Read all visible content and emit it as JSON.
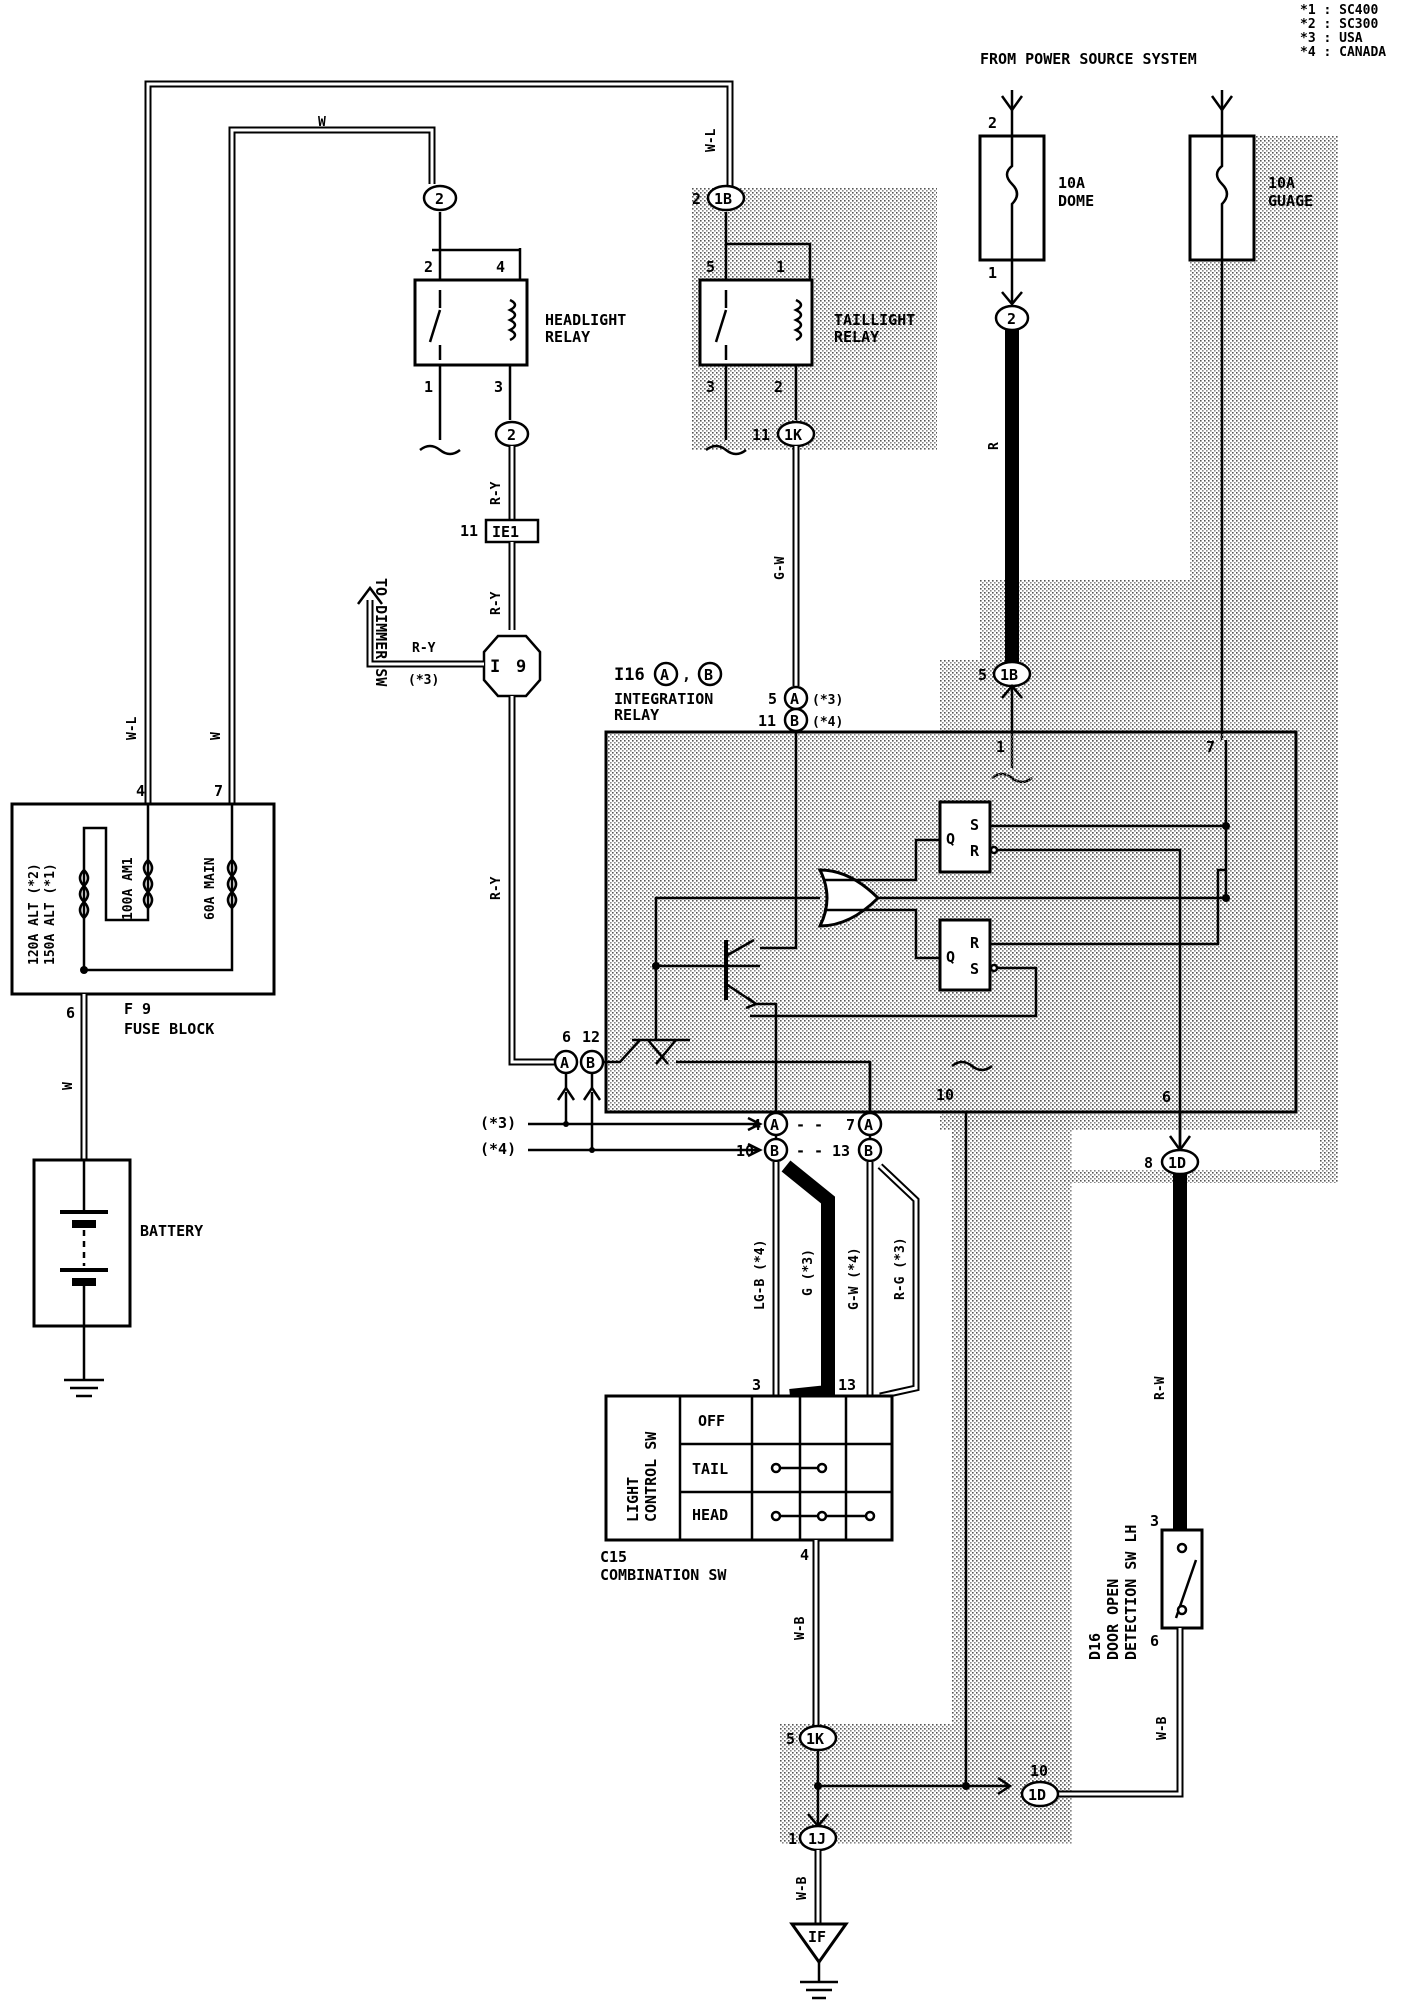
{
  "legend": [
    "*1 : SC400",
    "*2 : SC300",
    "*3 : USA",
    "*4 : CANADA"
  ],
  "header": "FROM POWER SOURCE SYSTEM",
  "fuses": {
    "dome": {
      "rating": "10A",
      "name": "DOME",
      "pin_top": "2",
      "pin_bottom": "1"
    },
    "gauge": {
      "rating": "10A",
      "name": "GUAGE"
    }
  },
  "fuse_block": {
    "code": "F 9",
    "name": "FUSE BLOCK",
    "alt_label_1": "120A ALT (*2)",
    "alt_label_2": "150A ALT (*1)",
    "am1": "100A AM1",
    "main": "60A MAIN",
    "pin_wl": "4",
    "pin_w": "7",
    "pin_bottom": "6"
  },
  "battery": {
    "name": "BATTERY"
  },
  "headlight_relay": {
    "name_1": "HEADLIGHT",
    "name_2": "RELAY",
    "pins": [
      "2",
      "4",
      "1",
      "3"
    ]
  },
  "taillight_relay": {
    "name_1": "TAILLIGHT",
    "name_2": "RELAY",
    "pins": [
      "5",
      "1",
      "3",
      "2"
    ]
  },
  "integration_relay": {
    "code": "I16",
    "conn_a": "A",
    "conn_b": "B",
    "sep": ",",
    "name_1": "INTEGRATION",
    "name_2": "RELAY",
    "pin_1": "1",
    "pin_7": "7",
    "pin_10": "10",
    "pin_6": "6"
  },
  "flipflop": {
    "s": "S",
    "r": "R",
    "q": "Q"
  },
  "combination_sw": {
    "title_1": "LIGHT",
    "title_2": "CONTROL SW",
    "rows": [
      "OFF",
      "TAIL",
      "HEAD"
    ],
    "code": "C15",
    "name": "COMBINATION SW",
    "pin_3": "3",
    "pin_13": "13",
    "pin_4": "4"
  },
  "door_sw": {
    "code": "D16",
    "name_1": "DOOR OPEN",
    "name_2": "DETECTION SW LH",
    "pin_3": "3",
    "pin_6": "6"
  },
  "to_dimmer": "TO DIMMER SW",
  "wires": {
    "w": "W",
    "wl": "W-L",
    "ry": "R-Y",
    "gw": "G-W",
    "r": "R",
    "lgb": "LG-B (*4)",
    "g": "G (*3)",
    "gw4": "G-W (*4)",
    "rg": "R-G (*3)",
    "rw": "R-W",
    "wb": "W-B",
    "ry3": "(*3)"
  },
  "connectors": {
    "c2": "2",
    "c1b": "1B",
    "c1k": "1K",
    "ie1": "IE1",
    "i9_a": "I",
    "i9_b": "9",
    "c1d": "1D",
    "c1j": "1J",
    "cA": "A",
    "cB": "B",
    "ground": "IF"
  },
  "pin_labels": {
    "p2": "2",
    "p11": "11",
    "p5": "5",
    "p6": "6",
    "p12": "12",
    "p4": "4",
    "p7": "7",
    "p10": "10",
    "p13": "13",
    "p8": "8",
    "p1": "1",
    "dash": "- -"
  },
  "variant_notes": {
    "usa": "(*3)",
    "canada": "(*4)"
  }
}
